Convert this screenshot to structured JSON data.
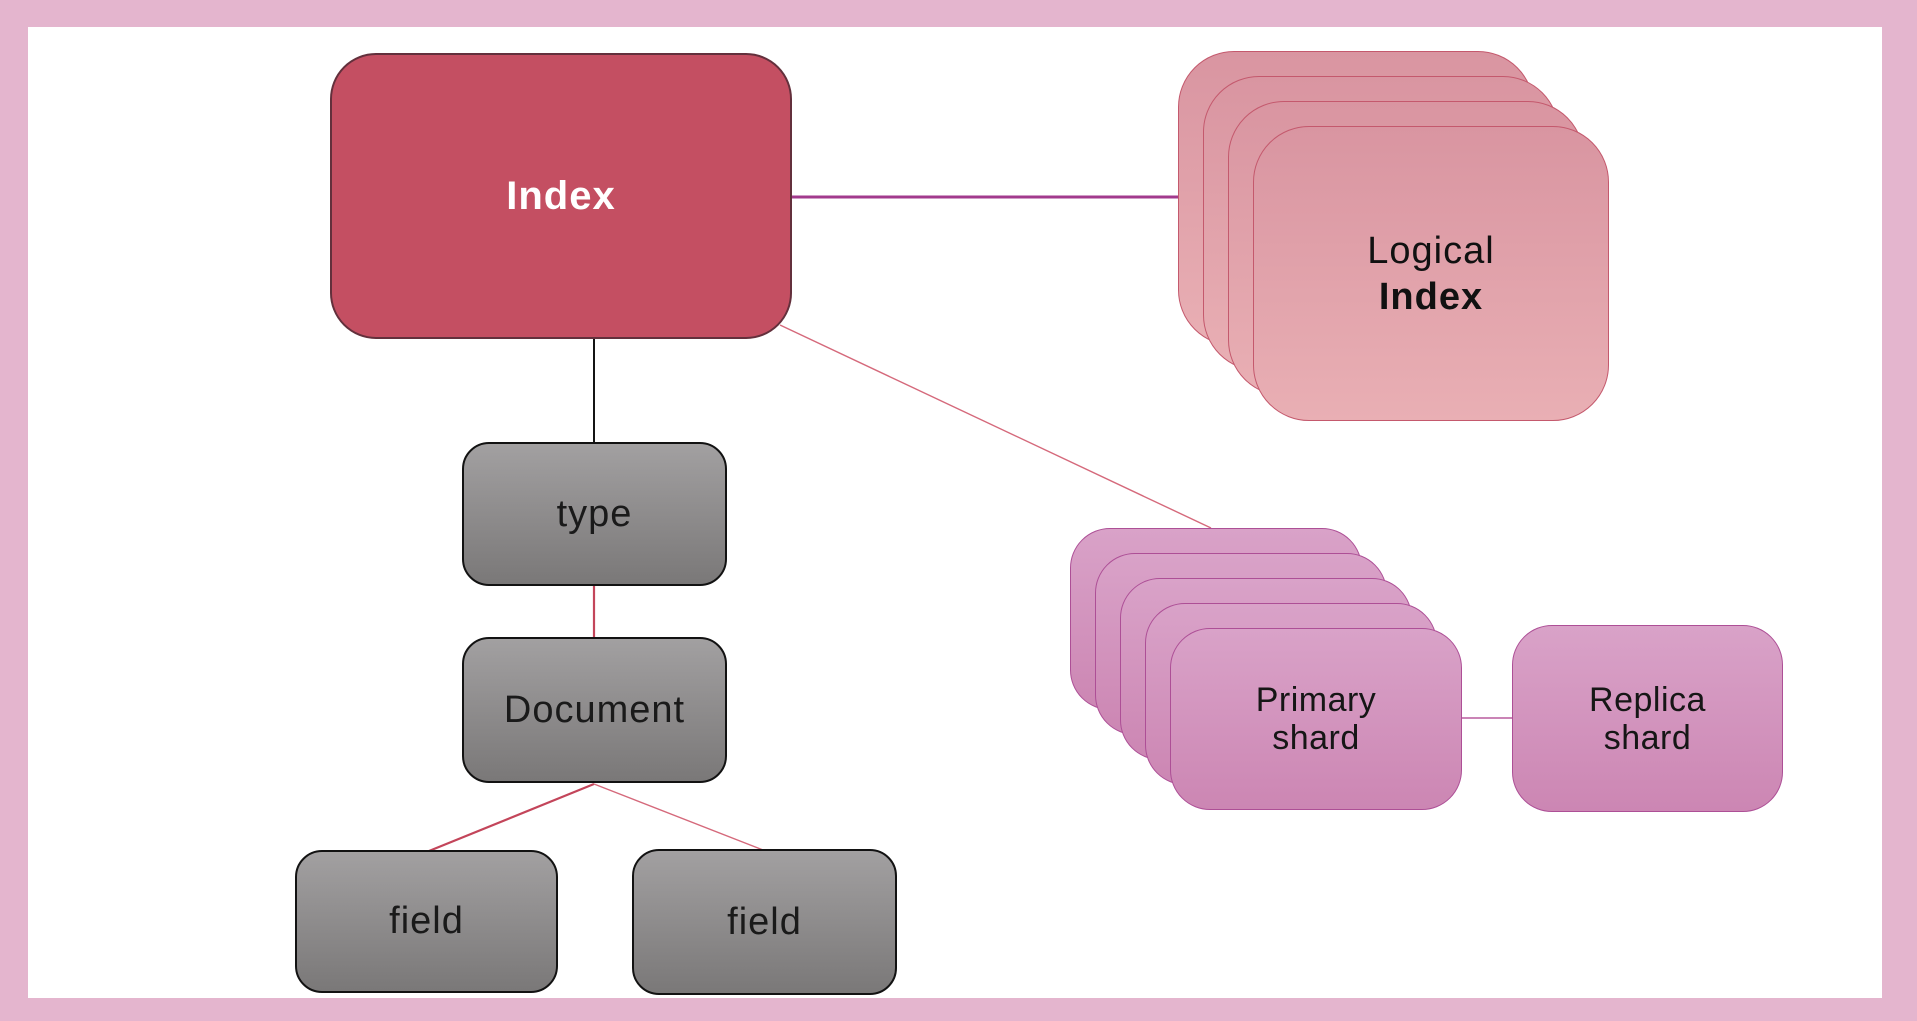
{
  "nodes": {
    "index": {
      "label": "Index"
    },
    "logical_index": {
      "line1": "Logical",
      "line2": "Index",
      "stack_count": 4
    },
    "type": {
      "label": "type"
    },
    "document": {
      "label": "Document"
    },
    "field_left": {
      "label": "field"
    },
    "field_right": {
      "label": "field"
    },
    "primary_shard": {
      "line1": "Primary",
      "line2": "shard",
      "stack_count": 5
    },
    "replica_shard": {
      "line1": "Replica",
      "line2": "shard"
    }
  },
  "connectors": [
    {
      "from": "index",
      "to": "logical-index"
    },
    {
      "from": "index",
      "to": "type"
    },
    {
      "from": "type",
      "to": "document"
    },
    {
      "from": "document",
      "to": "field-left"
    },
    {
      "from": "document",
      "to": "field-right"
    },
    {
      "from": "index",
      "to": "primary-shard"
    },
    {
      "from": "primary-shard",
      "to": "replica-shard"
    }
  ],
  "colors": {
    "frame_border": "#e4b5ce",
    "canvas": "#ffffff",
    "index_fill": "#c44f62",
    "index_border": "#63303c",
    "index_text": "#ffffff",
    "gray_fill_top": "#a2a0a1",
    "gray_fill_bottom": "#7a7878",
    "gray_border": "#121212",
    "logical_fill_top": "#d995a1",
    "logical_fill_bottom": "#e9afb4",
    "logical_border": "#c4596d",
    "shard_fill_top": "#d9a2c8",
    "shard_fill_bottom": "#cc86b3",
    "shard_border": "#ad4f96",
    "line_magenta": "#a23a8d",
    "line_black": "#141414",
    "line_crimson": "#c3455a",
    "line_light_red": "#d5697b",
    "line_pink": "#b95c9e"
  }
}
